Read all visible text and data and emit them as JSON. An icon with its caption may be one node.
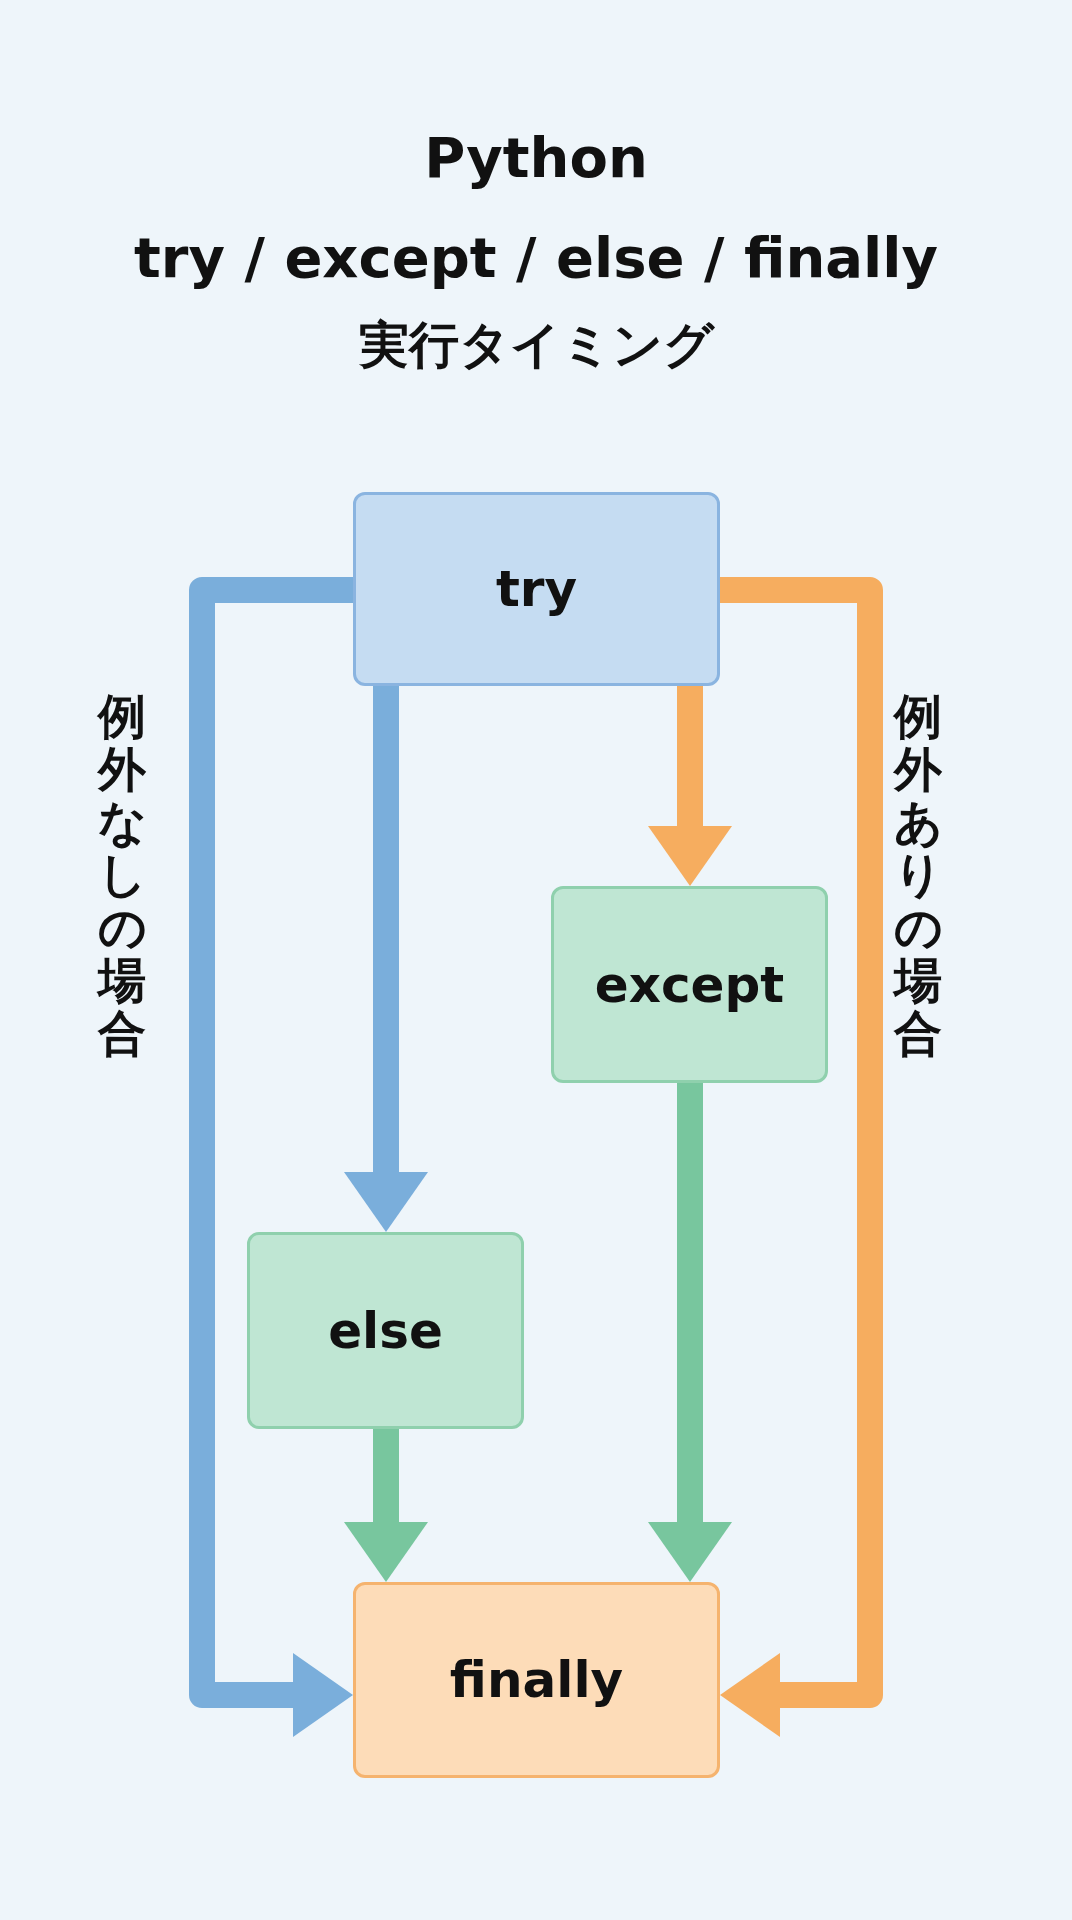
{
  "diagram": {
    "title": "Python try / except / else / finally",
    "nodes": [
      {
        "text": [
          "try"
        ]
      },
      {
        "text": [
          "except"
        ]
      },
      {
        "text": [
          "else"
        ]
      },
      {
        "text": [
          "finally"
        ]
      }
    ],
    "edges": [
      {
        "from": 0,
        "to": 2,
        "arrow": "to",
        "color": "#7aaedb"
      },
      {
        "from": 0,
        "to": 1,
        "arrow": "to",
        "color": "#f6ad5f"
      },
      {
        "from": 1,
        "to": 3,
        "arrow": "to",
        "color": "#78c69e"
      },
      {
        "from": 2,
        "to": 3,
        "arrow": "to",
        "color": "#78c69e"
      },
      {
        "from": 0,
        "to": 3,
        "arrow": "to",
        "color": "#7aaedb",
        "label": "例外なしの場合"
      },
      {
        "from": 0,
        "to": 3,
        "arrow": "to",
        "color": "#f6ad5f",
        "label": "例外ありの場合"
      }
    ],
    "labels": [
      "実行タイミング"
    ]
  }
}
